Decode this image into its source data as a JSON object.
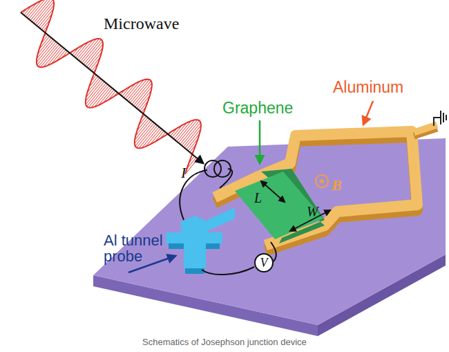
{
  "diagram": {
    "caption": "Schematics of Josephson junction device",
    "nodes": [
      {
        "text": [
          "V"
        ]
      }
    ],
    "labels": [
      "Microwave",
      "I",
      "Graphene",
      "Aluminum",
      "B",
      "L",
      "W",
      "Al tunnel probe"
    ]
  }
}
